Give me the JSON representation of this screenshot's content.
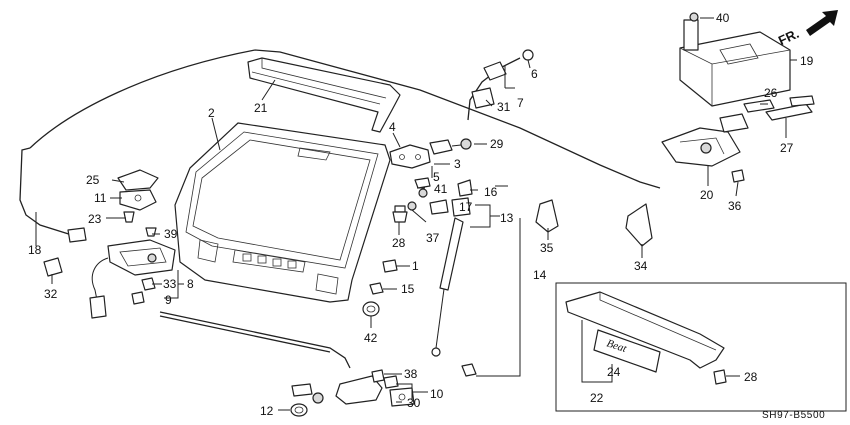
{
  "diagram": {
    "part_labels": {
      "p1": "1",
      "p2": "2",
      "p3": "3",
      "p4": "4",
      "p5": "5",
      "p6": "6",
      "p7": "7",
      "p8": "8",
      "p9": "9",
      "p10": "10",
      "p11": "11",
      "p12": "12",
      "p13": "13",
      "p14": "14",
      "p15": "15",
      "p16": "16",
      "p17": "17",
      "p18": "18",
      "p19": "19",
      "p20": "20",
      "p21": "21",
      "p22": "22",
      "p23": "23",
      "p24": "24",
      "p25": "25",
      "p26": "26",
      "p27": "27",
      "p28a": "28",
      "p28b": "28",
      "p29": "29",
      "p30": "30",
      "p31": "31",
      "p32": "32",
      "p33": "33",
      "p34": "34",
      "p35": "35",
      "p36": "36",
      "p37": "37",
      "p38": "38",
      "p39": "39",
      "p40": "40",
      "p41": "41",
      "p42": "42"
    },
    "front_arrow_label": "FR.",
    "emblem_text": "Beat",
    "diagram_code": "SH97-B5500"
  }
}
